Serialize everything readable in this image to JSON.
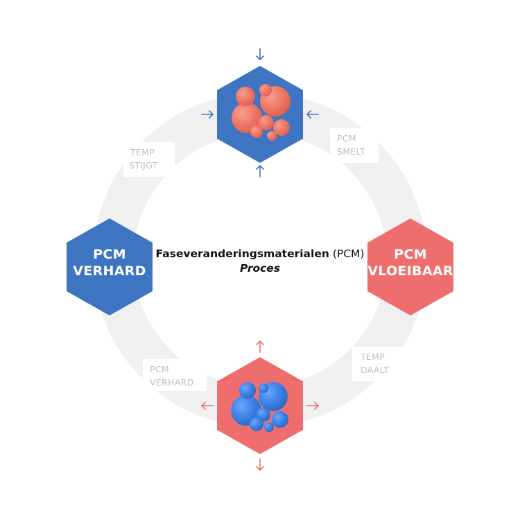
{
  "title": {
    "main": "Faseveranderingsmaterialen",
    "suffix": "(PCM)",
    "subtitle": "Proces"
  },
  "nodes": {
    "left": {
      "line1": "PCM",
      "line2": "VERHARD"
    },
    "right": {
      "line1": "PCM",
      "line2": "VLOEIBAAR"
    }
  },
  "cycle_labels": {
    "top_left": {
      "line1": "TEMP",
      "line2": "STIJGT"
    },
    "top_right": {
      "line1": "PCM",
      "line2": "SMELT"
    },
    "bottom_right": {
      "line1": "TEMP",
      "line2": "DAALT"
    },
    "bottom_left": {
      "line1": "PCM",
      "line2": "VERHARD"
    }
  },
  "colors": {
    "blue": "#3d75c2",
    "red": "#ee6e6e",
    "red_bubble": "#f07a6e",
    "blue_bubble": "#3b7fe0",
    "ring": "#f0f0f0",
    "label": "#bdbdbd"
  },
  "icons": {
    "top_arrows": "arrow-inward-icon",
    "bottom_arrows": "arrow-outward-icon",
    "top_molecules": "molecule-cluster-icon",
    "bottom_molecules": "molecule-cluster-icon"
  }
}
